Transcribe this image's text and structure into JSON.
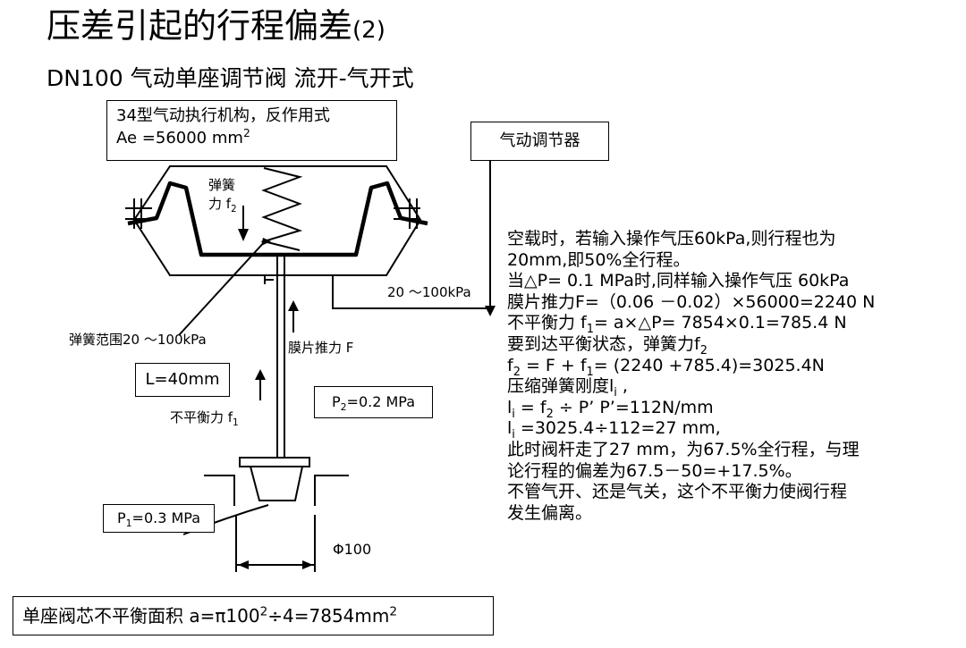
{
  "title": {
    "main": "压差引起的行程偏差",
    "suffix": "(2)"
  },
  "subtitle": "DN100  气动单座调节阀   流开-气开式",
  "actuator_box": {
    "line1": "34型气动执行机构，反作用式",
    "line2_prefix": "Ae =56000 mm",
    "line2_sup": "2"
  },
  "controller_box": "气动调节器",
  "labels": {
    "spring_top": "弹簧",
    "spring_bottom": "力 f",
    "spring_bottom_sub": "2",
    "signal": "20 ～100kPa",
    "spring_range": "弹簧范围20 ～100kPa",
    "diaphragm_force": "膜片推力 F",
    "unbalance": "不平衡力   f",
    "unbalance_sub": "1",
    "L": "L=40mm",
    "p2_prefix": "P",
    "p2_sub": "2",
    "p2_suffix": "=0.2 MPa",
    "p1_prefix": "P",
    "p1_sub": "1",
    "p1_suffix": "=0.3 MPa",
    "diameter": "Φ100"
  },
  "area_box": {
    "prefix": "单座阀芯不平衡面积 a=π100",
    "sup": "2",
    "suffix": "÷4=7854mm",
    "sup2": "2"
  },
  "calc": {
    "l1": "空载时，若输入操作气压60kPa,则行程也为",
    "l2": "20mm,即50%全行程。",
    "l3": "当△P= 0.1 MPa时,同样输入操作气压 60kPa",
    "l4": "膜片推力F=（0.06 －0.02）×56000=2240 N",
    "l5a": "不平衡力  f",
    "l5sub": "1",
    "l5b": "= a×△P= 7854×0.1=785.4 N",
    "l6a": "要到达平衡状态，弹簧力f",
    "l6sub": "2",
    "l7a": "f",
    "l7sub": "2",
    "l7b": " = F + f",
    "l7sub2": "1",
    "l7c": "= (2240 +785.4)=3025.4N",
    "l8a": "压缩弹簧刚度l",
    "l8sub": "i",
    "l8b": " ,",
    "l9a": "l",
    "l9sub": "i",
    "l9b": " = f",
    "l9sub2": "2",
    "l9c": " ÷ P’   P’=112N/mm",
    "l10a": "l",
    "l10sub": "i",
    "l10b": " =3025.4÷112=27 mm,",
    "l11": "此时阀杆走了27 mm，为67.5%全行程，与理",
    "l12": "论行程的偏差为67.5－50=+17.5%。",
    "l13": "不管气开、还是气关，这个不平衡力使阀行程",
    "l14": "发生偏离。"
  }
}
